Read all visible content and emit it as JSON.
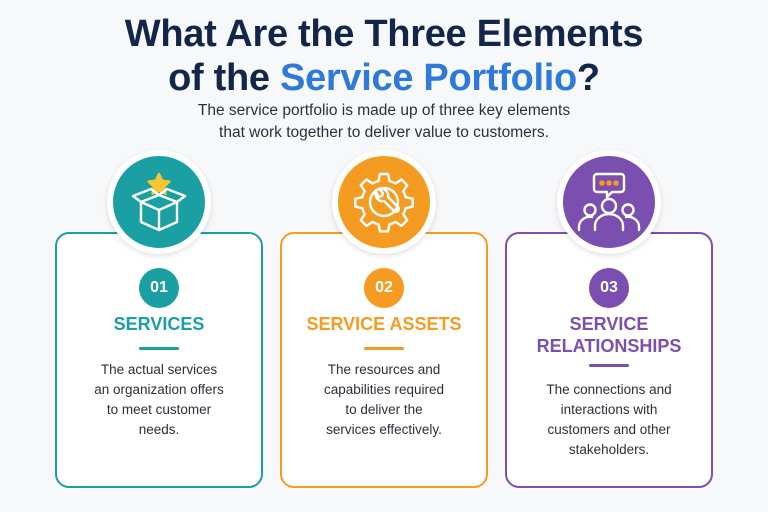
{
  "title": {
    "line1": "What Are the Three Elements",
    "line2_prefix": "of the ",
    "line2_accent": "Service Portfolio",
    "line2_suffix": "?"
  },
  "subtitle": {
    "line1": "The service portfolio is made up of three key elements",
    "line2": "that work together to deliver value to customers."
  },
  "colors": {
    "teal": "#1a9fa3",
    "orange": "#f49b22",
    "purple": "#7a4fb0",
    "navy": "#13264a",
    "blue": "#2f79d9"
  },
  "cards": [
    {
      "number": "01",
      "heading_line1": "SERVICES",
      "heading_line2": "",
      "desc": [
        "The actual services",
        "an organization offers",
        "to meet customer",
        "needs."
      ],
      "icon": "open-box-star-icon"
    },
    {
      "number": "02",
      "heading_line1": "SERVICE ASSETS",
      "heading_line2": "",
      "desc": [
        "The resources and",
        "capabilities required",
        "to deliver the",
        "services effectively."
      ],
      "icon": "gear-wrench-icon"
    },
    {
      "number": "03",
      "heading_line1": "SERVICE",
      "heading_line2": "RELATIONSHIPS",
      "desc": [
        "The connections and",
        "interactions with",
        "customers and other",
        "stakeholders."
      ],
      "icon": "people-chat-icon"
    }
  ]
}
